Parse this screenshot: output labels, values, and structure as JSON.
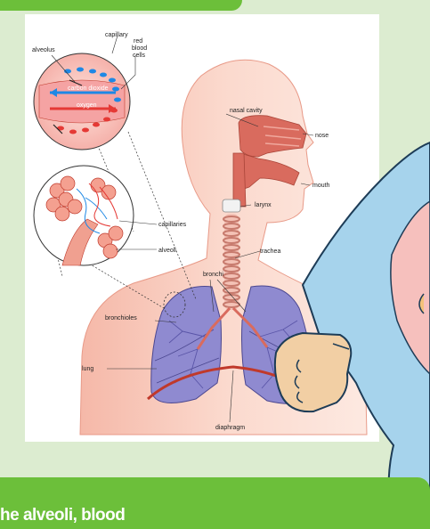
{
  "labels": {
    "capillary": "capillary",
    "alveolus": "alveolus",
    "red_blood_cells": [
      "red",
      "blood",
      "cells"
    ],
    "carbon_dioxide": "carbon dioxide",
    "oxygen": "oxygen",
    "nasal_cavity": "nasal cavity",
    "nose": "nose",
    "mouth": "mouth",
    "larynx": "larynx",
    "trachea": "trachea",
    "bronchi": "bronchi",
    "capillaries": "capillaries",
    "alveoli": "alveoli",
    "bronchioles": "bronchioles",
    "lung": "lung",
    "diaphragm": "diaphragm"
  },
  "caption": "he alveoli, blood",
  "colors": {
    "band": "#6cbf3a",
    "background": "#dcecd0",
    "lung": "#8f8ad0",
    "skin": "#f7c9bb",
    "airway": "#d96b5e",
    "character_coat": "#a6d3ec"
  }
}
